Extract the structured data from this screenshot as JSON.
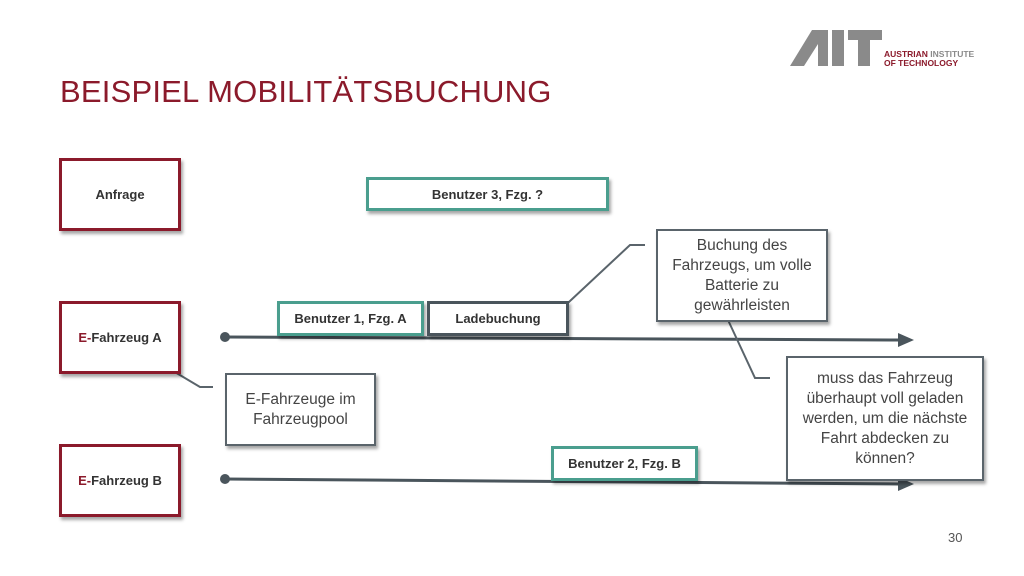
{
  "title": "BEISPIEL MOBILITÄTSBUCHUNG",
  "logo": {
    "line1_a": "AUSTRIAN",
    "line1_b": "INSTITUTE",
    "line2": "OF TECHNOLOGY"
  },
  "rows": {
    "anfrage": "Anfrage",
    "fzg_a_prefix": "E-",
    "fzg_a_rest": "Fahrzeug A",
    "fzg_b_prefix": "E-",
    "fzg_b_rest": "Fahrzeug B"
  },
  "bookings": {
    "benutzer3": "Benutzer 3, Fzg. ?",
    "benutzer1": "Benutzer 1, Fzg. A",
    "ladebuchung": "Ladebuchung",
    "benutzer2": "Benutzer 2, Fzg. B"
  },
  "callouts": {
    "buchung": "Buchung des Fahrzeugs, um volle Batterie zu gewährleisten",
    "pool": "E-Fahrzeuge im Fahrzeugpool",
    "frage": "muss das Fahrzeug überhaupt voll geladen werden, um die nächste Fahrt abdecken zu können?"
  },
  "page_number": "30"
}
